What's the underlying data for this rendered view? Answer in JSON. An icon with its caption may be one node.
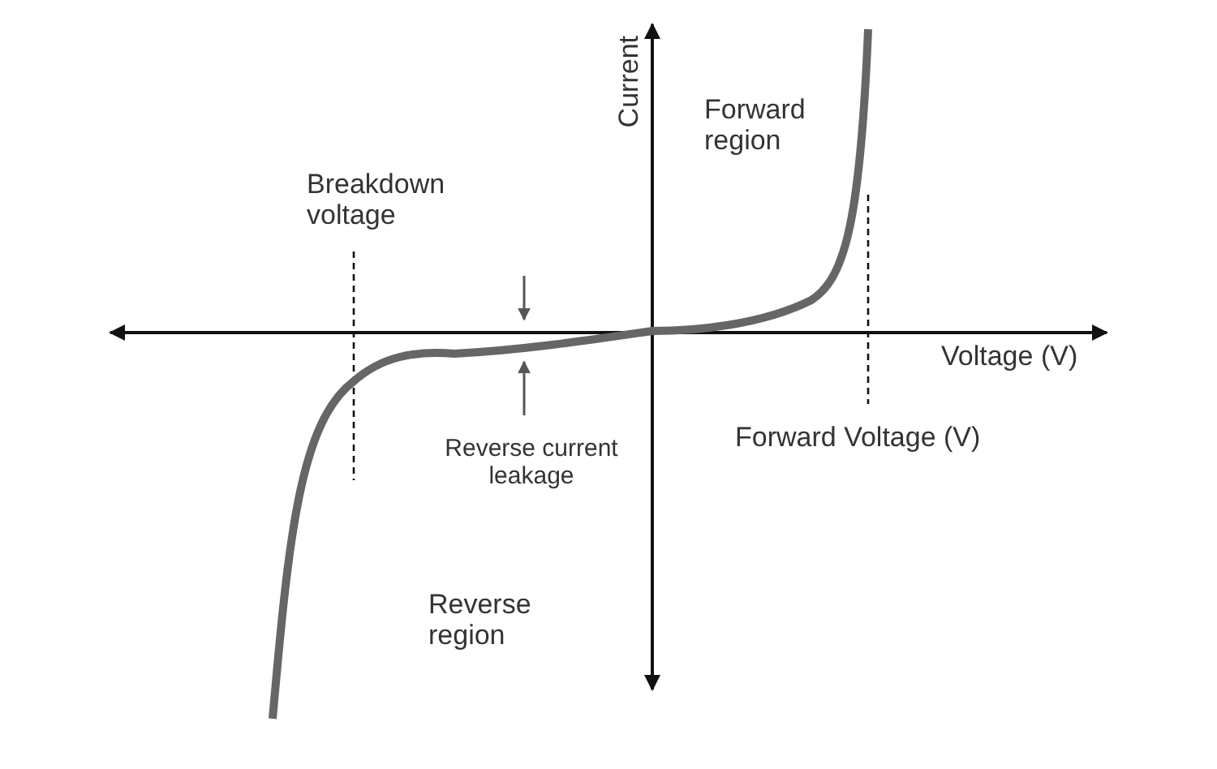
{
  "diagram": {
    "labels": [
      "Current",
      "Forward region",
      "Breakdown voltage",
      "Voltage (V)",
      "Forward Voltage (V)",
      "Reverse current leakage",
      "Reverse region"
    ]
  }
}
